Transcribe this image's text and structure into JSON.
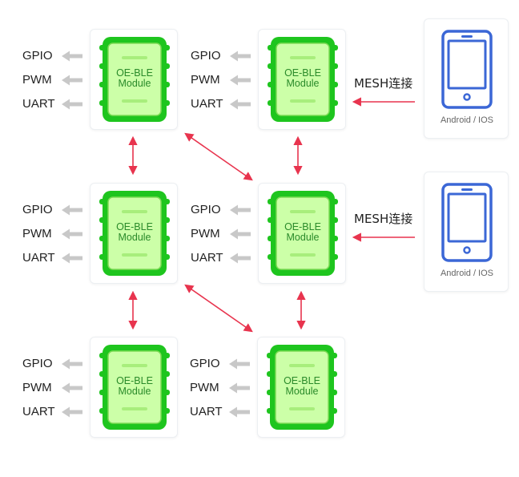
{
  "module": {
    "line1": "OE-BLE",
    "line2": "Module",
    "body_color": "#1ec51e",
    "inner_color": "#ccffa8"
  },
  "io": {
    "gpio": "GPIO",
    "pwm": "PWM",
    "uart": "UART"
  },
  "phone": {
    "label": "Android / IOS",
    "color": "#3b67d6"
  },
  "connection": {
    "mesh_label": "MESH连接",
    "arrow_color": "#e8344e",
    "io_arrow_color": "#c8c8c8"
  }
}
